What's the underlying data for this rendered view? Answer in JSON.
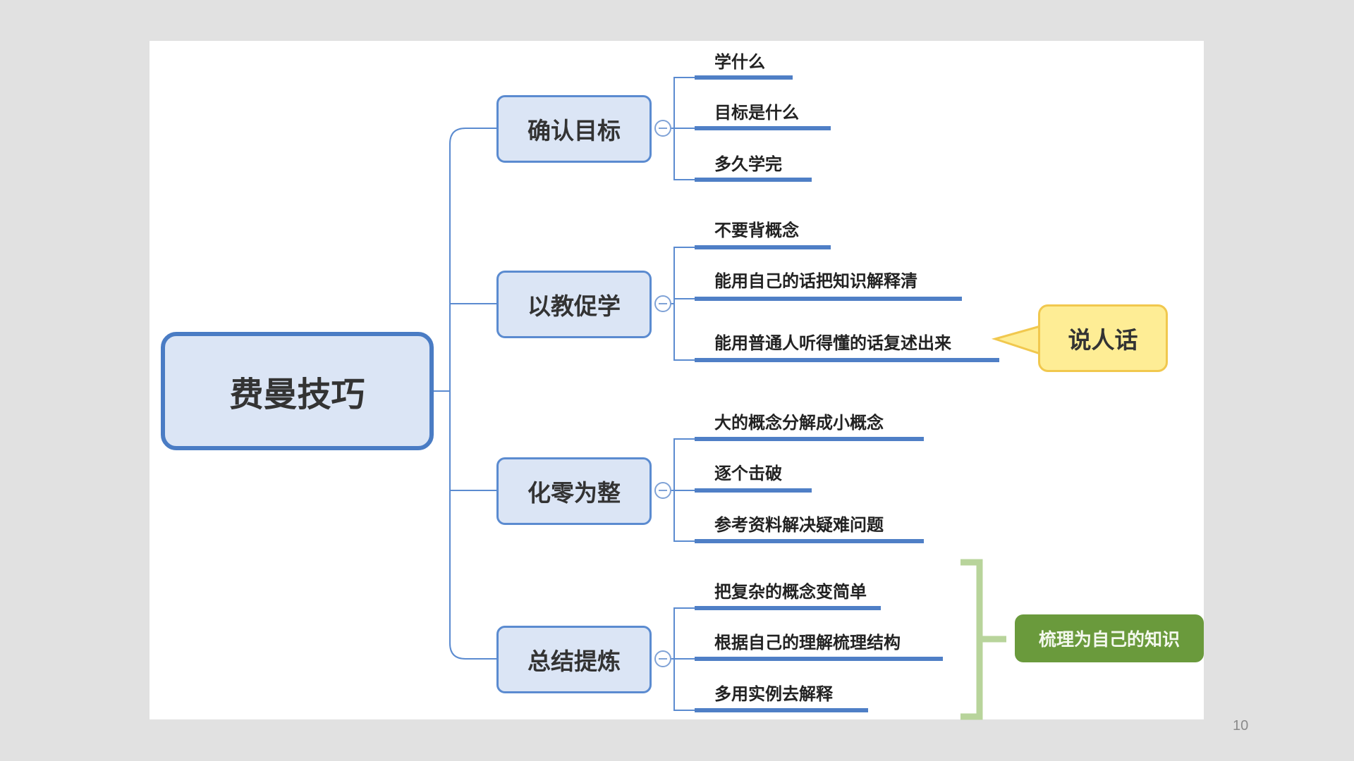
{
  "root": {
    "label": "费曼技巧"
  },
  "branches": [
    {
      "label": "确认目标",
      "children": [
        "学什么",
        "目标是什么",
        "多久学完"
      ]
    },
    {
      "label": "以教促学",
      "children": [
        "不要背概念",
        "能用自己的话把知识解释清",
        "能用普通人听得懂的话复述出来"
      ]
    },
    {
      "label": "化零为整",
      "children": [
        "大的概念分解成小概念",
        "逐个击破",
        "参考资料解决疑难问题"
      ]
    },
    {
      "label": "总结提炼",
      "children": [
        "把复杂的概念变简单",
        "根据自己的理解梳理结构",
        "多用实例去解释"
      ]
    }
  ],
  "callout": {
    "label": "说人话"
  },
  "summary": {
    "label": "梳理为自己的知识"
  },
  "page_number": "10",
  "colors": {
    "line": "#4a7cc4",
    "node_fill": "#dbe5f5",
    "callout_fill": "#feed95",
    "summary_fill": "#6a9a3c",
    "bracket": "#b8d49b"
  }
}
